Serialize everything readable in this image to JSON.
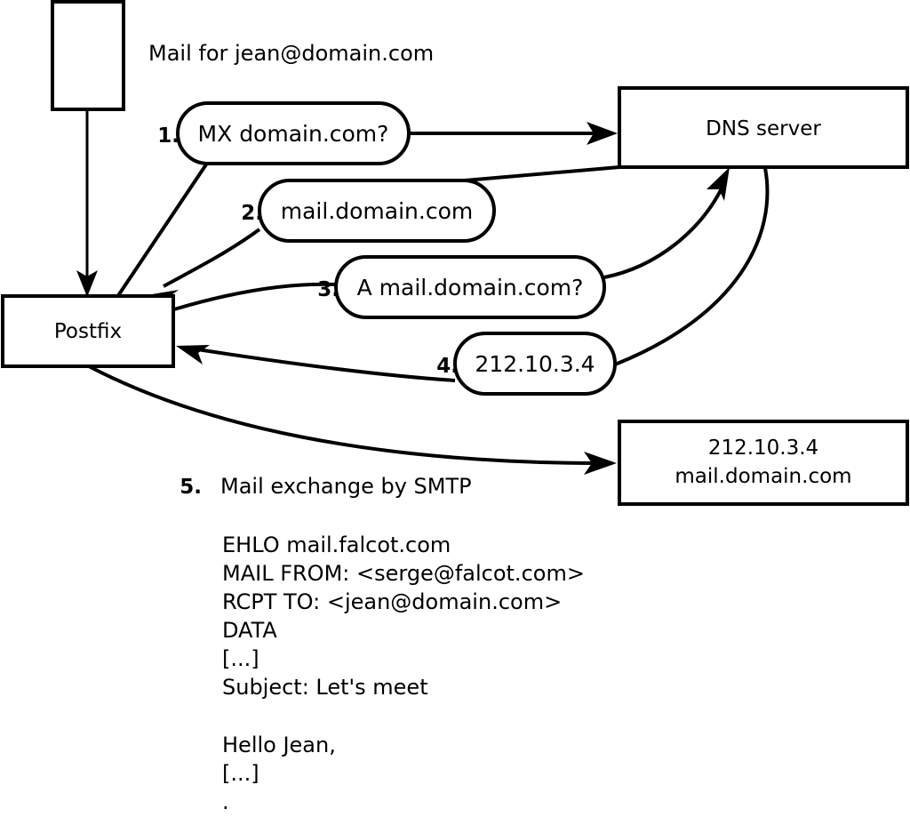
{
  "diagram": {
    "title_caption": "Mail for jean@domain.com",
    "nodes": {
      "mail_client": {
        "label": ""
      },
      "postfix": {
        "label": "Postfix"
      },
      "dns_server": {
        "label": "DNS server"
      },
      "mail_server": {
        "line1": "212.10.3.4",
        "line2": "mail.domain.com"
      }
    },
    "steps": [
      {
        "num": "1.",
        "text": "MX domain.com?"
      },
      {
        "num": "2.",
        "text": "mail.domain.com"
      },
      {
        "num": "3.",
        "text": "A mail.domain.com?"
      },
      {
        "num": "4.",
        "text": "212.10.3.4"
      }
    ],
    "step5": {
      "num": "5.",
      "text": "Mail exchange by SMTP"
    },
    "smtp_transcript": [
      "EHLO mail.falcot.com",
      "MAIL FROM: <serge@falcot.com>",
      "RCPT TO: <jean@domain.com>",
      "DATA",
      "[...]",
      "Subject: Let's meet",
      "",
      "Hello Jean,",
      "[...]",
      "."
    ],
    "colors": {
      "stroke": "#000000",
      "fill": "#ffffff",
      "text": "#000000"
    }
  }
}
